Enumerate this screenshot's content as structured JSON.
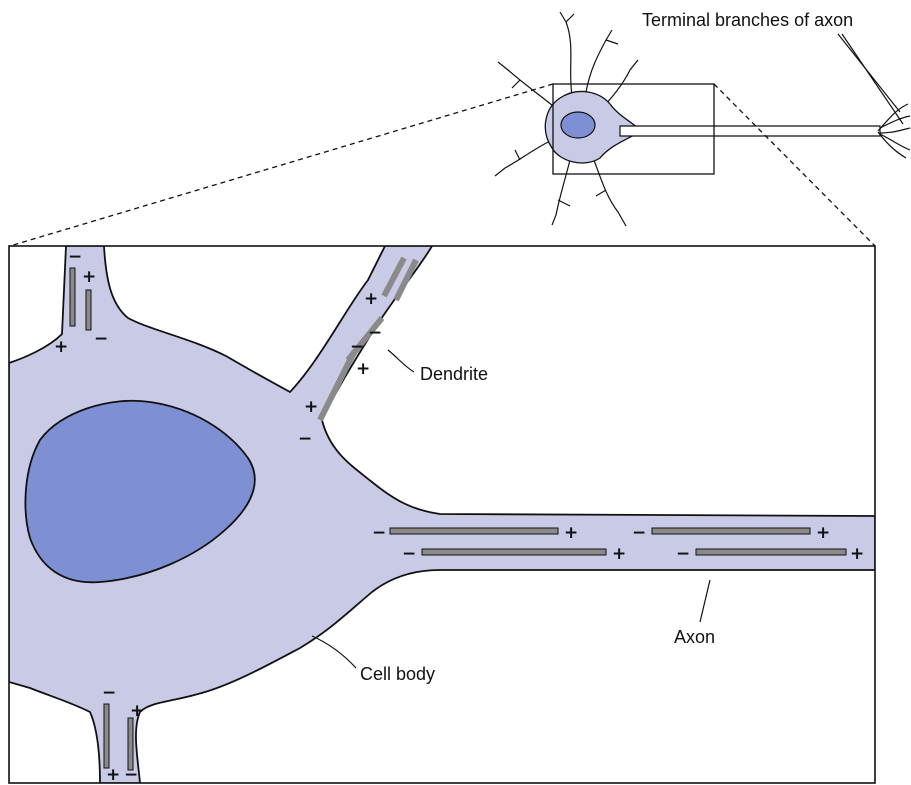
{
  "labels": {
    "terminal_branches": "Terminal branches of axon",
    "dendrite": "Dendrite",
    "axon": "Axon",
    "cell_body": "Cell body"
  },
  "signs": {
    "plus": "+",
    "minus": "−"
  },
  "colors": {
    "cytoplasm": "#c9cbe6",
    "nucleus": "#7f8fd4",
    "outline": "#111111",
    "field_line_fill": "#8a8a8a",
    "background": "#ffffff"
  }
}
